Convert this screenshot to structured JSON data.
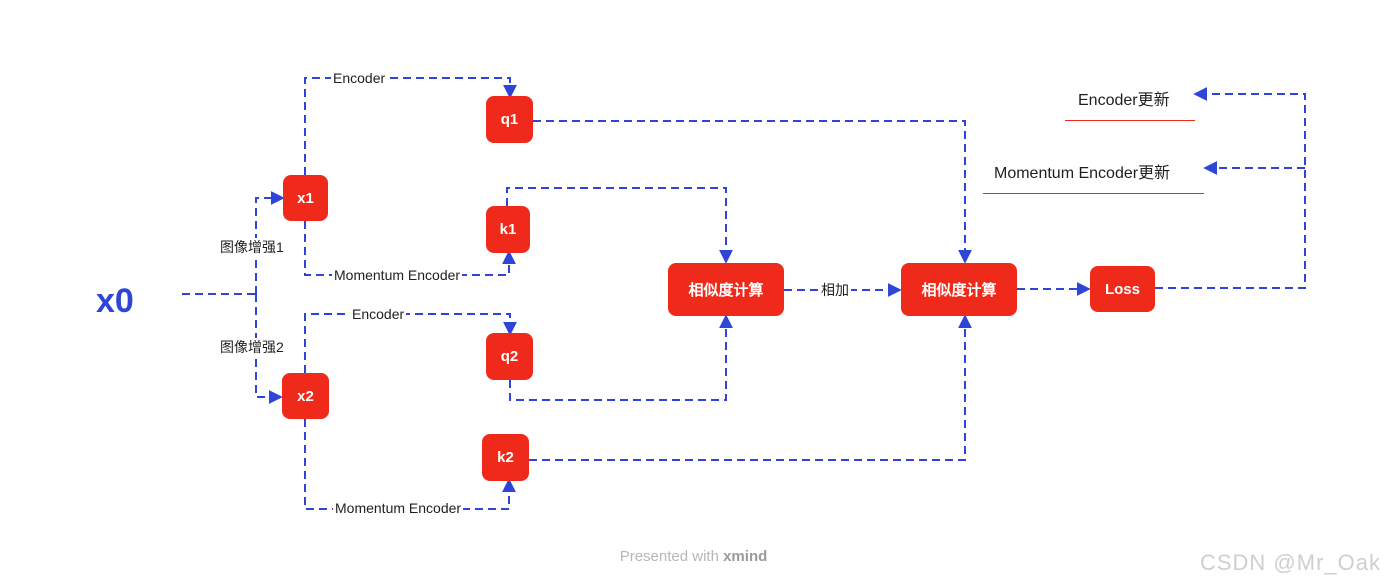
{
  "root": {
    "label": "x0"
  },
  "nodes": {
    "x1": "x1",
    "x2": "x2",
    "q1": "q1",
    "k1": "k1",
    "q2": "q2",
    "k2": "k2",
    "sim1": "相似度计算",
    "sim2": "相似度计算",
    "loss": "Loss"
  },
  "edge_labels": {
    "aug1": "图像增强1",
    "aug2": "图像增强2",
    "enc_top": "Encoder",
    "mom_top": "Momentum Encoder",
    "enc_bottom": "Encoder",
    "mom_bottom": "Momentum Encoder",
    "add": "相加"
  },
  "legend": {
    "encoder_update": "Encoder更新",
    "momentum_update": "Momentum Encoder更新"
  },
  "footer": {
    "prefix": "Presented with ",
    "brand": "xmind"
  },
  "watermark": "CSDN @Mr_Oak",
  "colors": {
    "node": "#f02a1a",
    "edge": "#2e45d8",
    "root_text": "#2e45d8"
  }
}
